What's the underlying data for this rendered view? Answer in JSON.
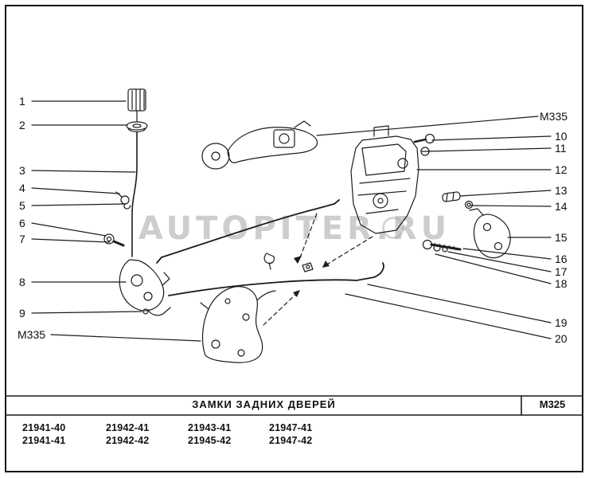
{
  "watermark": {
    "text": "AUTOPITER.RU"
  },
  "callouts": {
    "left": [
      "1",
      "2",
      "3",
      "4",
      "5",
      "6",
      "7",
      "8",
      "9",
      "M335"
    ],
    "right": [
      "M335",
      "10",
      "11",
      "12",
      "13",
      "14",
      "15",
      "16",
      "17",
      "18",
      "19",
      "20"
    ]
  },
  "footer": {
    "title": "ЗАМКИ  ЗАДНИХ  ДВЕРЕЙ",
    "code": "M325",
    "parts": [
      [
        "21941-40",
        "21942-41",
        "21943-41",
        "21947-41"
      ],
      [
        "21941-41",
        "21942-42",
        "21945-42",
        "21947-42"
      ]
    ]
  }
}
